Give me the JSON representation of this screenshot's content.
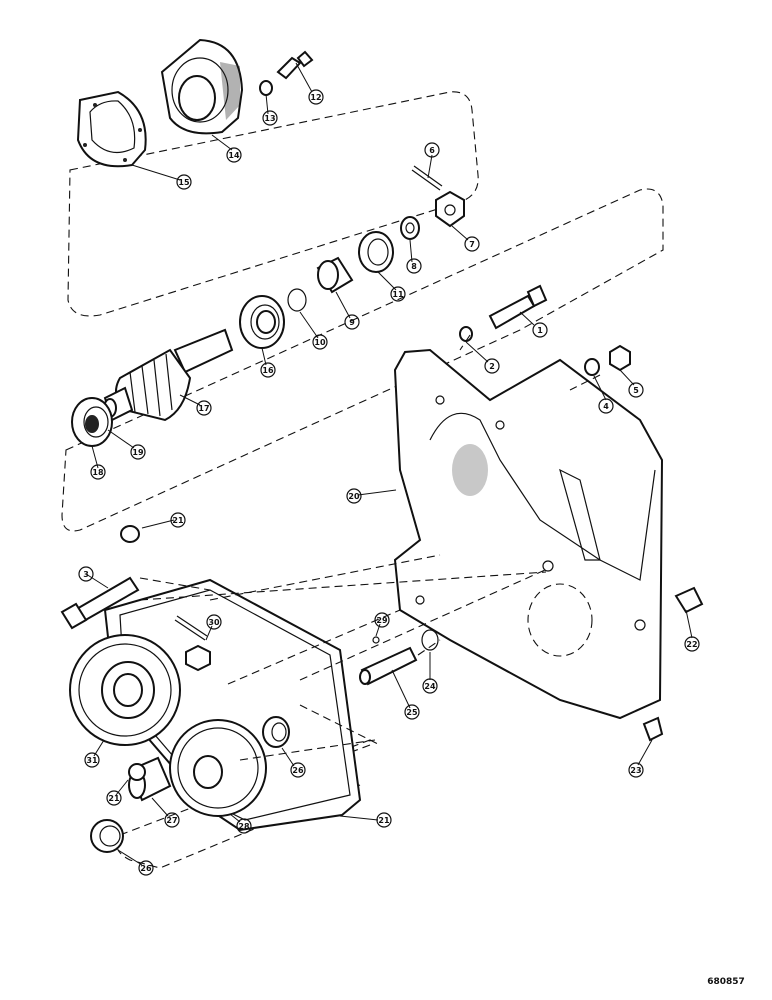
{
  "drawing_code": "680857",
  "callouts": [
    "1",
    "2",
    "3",
    "4",
    "5",
    "6",
    "7",
    "8",
    "9",
    "10",
    "11",
    "12",
    "13",
    "14",
    "15",
    "16",
    "17",
    "18",
    "19",
    "20",
    "21",
    "22",
    "23",
    "24",
    "25",
    "26",
    "27",
    "28",
    "29",
    "30",
    "31",
    "21",
    "21",
    "26"
  ]
}
